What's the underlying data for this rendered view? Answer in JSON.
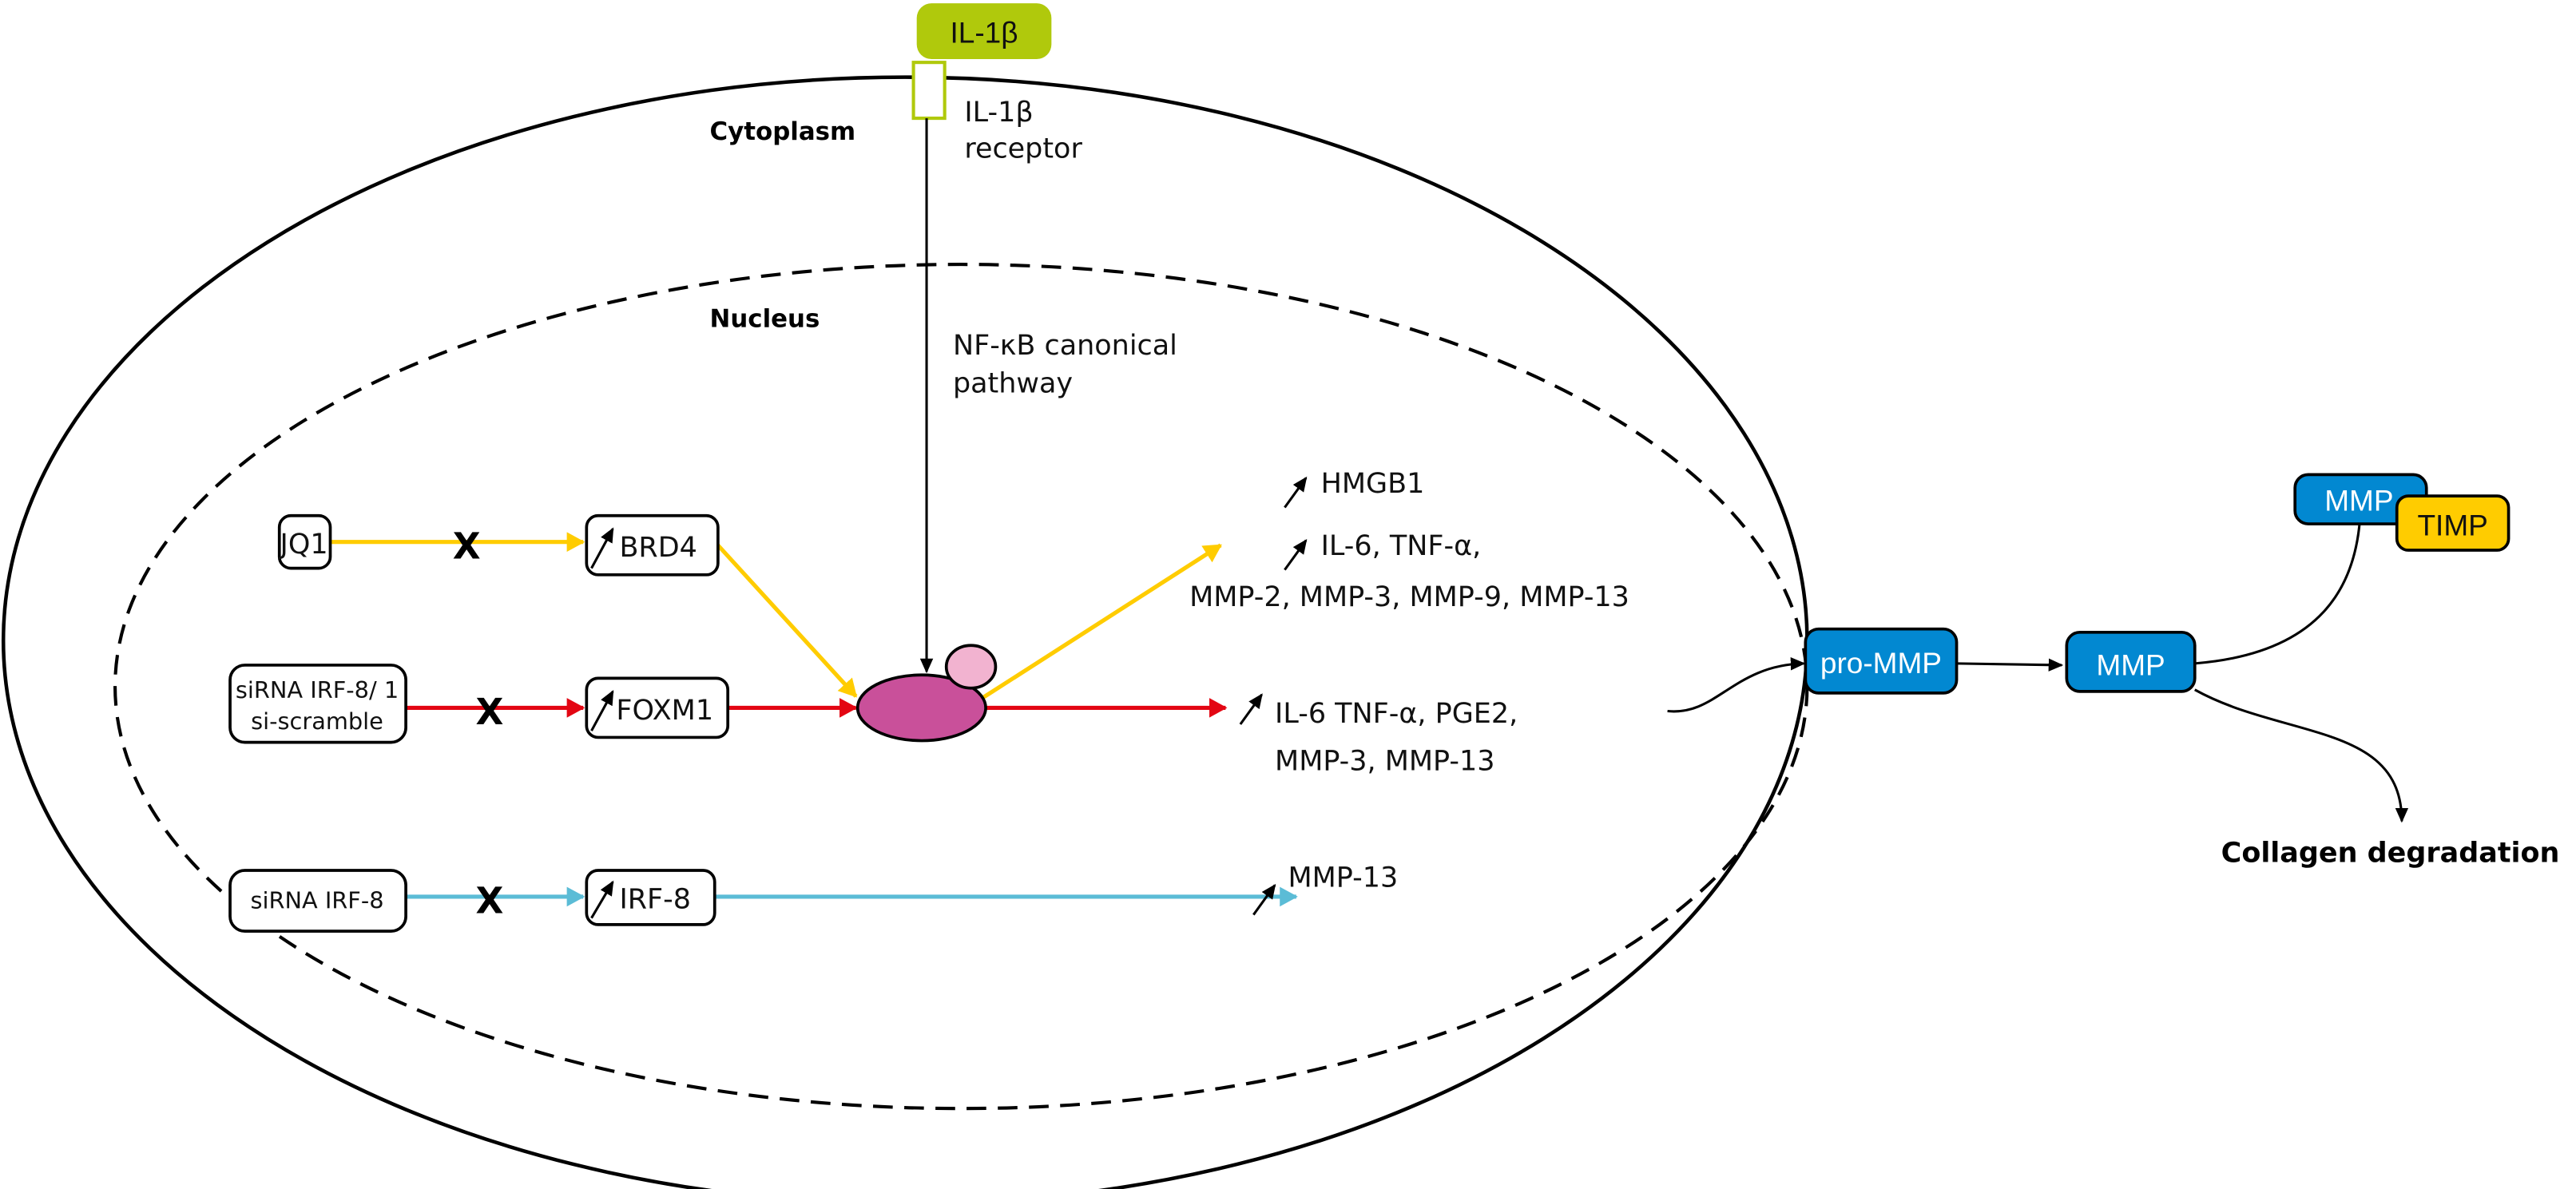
{
  "colors": {
    "ligand": "#b0c90c",
    "yellow_path": "#ffcc00",
    "red_path": "#e30613",
    "cyan_path": "#5bbcd6",
    "complex_main": "#c9509a",
    "complex_small": "#f2b3d0",
    "mmp": "#0288d1",
    "timp": "#ffcc00"
  },
  "ligand": "IL-1β",
  "compartments": {
    "cytoplasm": "Cytoplasm",
    "nucleus": "Nucleus"
  },
  "receptor": {
    "line1": "IL-1β",
    "line2": "receptor"
  },
  "pathway": {
    "line1": "NF-κB canonical",
    "line2": "pathway"
  },
  "inhibitors": {
    "jq1": "JQ1",
    "sirna_foxm1_1": "siRNA IRF-8/ 1",
    "sirna_foxm1_2": "si-scramble",
    "sirna_irf8": "siRNA IRF-8"
  },
  "block_mark": "X",
  "targets": {
    "brd4": "BRD4",
    "foxm1": "FOXM1",
    "irf8": "IRF-8"
  },
  "outputs": {
    "hmgb1": "HMGB1",
    "yellow_1": "IL-6, TNF-α,",
    "yellow_2": "MMP-2, MMP-3, MMP-9, MMP-13",
    "red_1": "IL-6 TNF-α, PGE2,",
    "red_2": "MMP-3, MMP-13",
    "cyan_1": "MMP-13"
  },
  "extracellular": {
    "pro_mmp": "pro-MMP",
    "mmp": "MMP",
    "complex_mmp": "MMP",
    "timp": "TIMP",
    "collagen": "Collagen degradation"
  }
}
